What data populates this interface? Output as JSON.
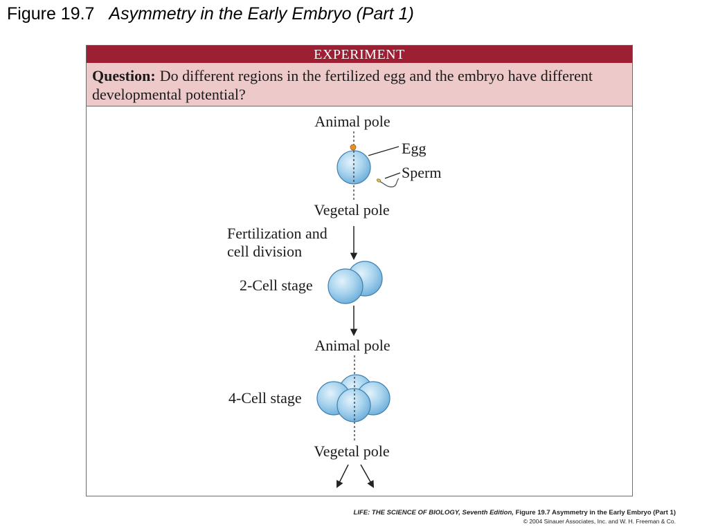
{
  "slide": {
    "figure_number": "Figure 19.7",
    "figure_title": "Asymmetry in the Early Embryo (Part 1)"
  },
  "panel": {
    "header": "EXPERIMENT",
    "question_label": "Question:",
    "question_text": "Do different regions in the fertilized egg and the embryo have different developmental potential?"
  },
  "diagram": {
    "labels": {
      "animal_pole_top": "Animal pole",
      "egg": "Egg",
      "sperm": "Sperm",
      "vegetal_pole_top": "Vegetal pole",
      "fertilization_line1": "Fertilization and",
      "fertilization_line2": "cell division",
      "two_cell_stage": "2-Cell stage",
      "animal_pole_bottom": "Animal pole",
      "four_cell_stage": "4-Cell stage",
      "vegetal_pole_bottom": "Vegetal pole"
    },
    "colors": {
      "cell_fill": "#a9d4ee",
      "cell_stroke": "#3f7fae",
      "polar_body": "#e8902a",
      "header_bg": "#9c1f33",
      "question_bg": "#edc9c9"
    }
  },
  "credit": {
    "book": "LIFE: THE SCIENCE OF BIOLOGY, Seventh Edition,",
    "figure_ref": "Figure 19.7 Asymmetry in the Early Embryo (Part 1)",
    "copyright": "© 2004 Sinauer Associates, Inc. and W. H. Freeman & Co."
  }
}
